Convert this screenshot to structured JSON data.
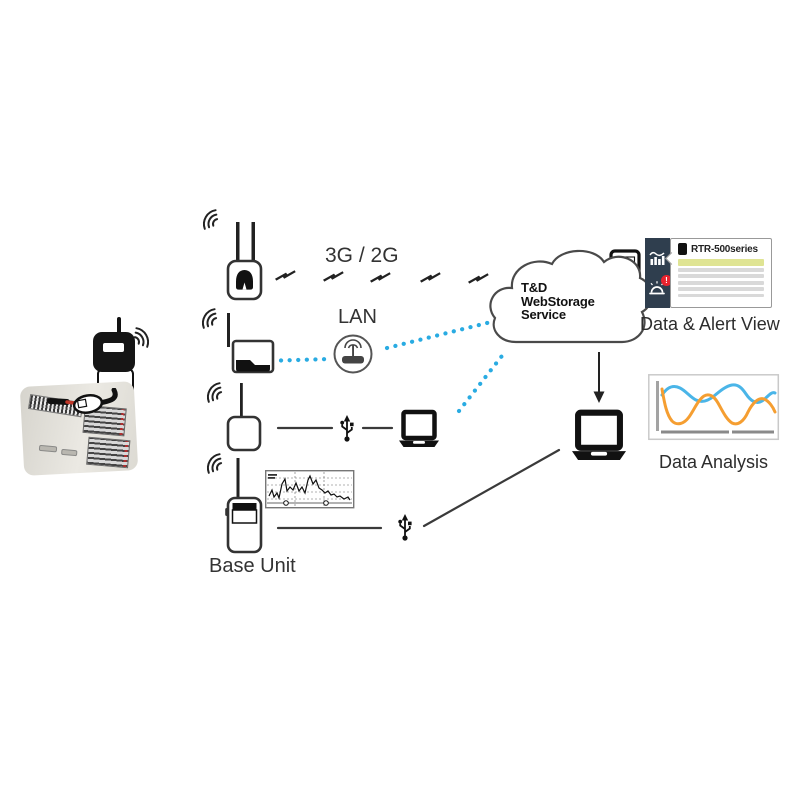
{
  "labels": {
    "network": "3G / 2G",
    "lan": "LAN",
    "base_unit": "Base Unit",
    "data_alert_view": "Data & Alert View",
    "data_analysis": "Data Analysis"
  },
  "cloud": {
    "title_line1": "T&D",
    "title_line2": "WebStorage",
    "title_line3": "Service"
  },
  "alert_panel": {
    "device_name": "RTR-500series",
    "alert_badge": "!",
    "row_count": 5
  },
  "icons": {
    "wireless_signal": "wifi-arcs",
    "cellular_unit": "two-antenna-device",
    "lan_unit": "antenna-box-device",
    "rtr500_unit": "antenna-rounded-device",
    "handheld_unit": "handheld-collector-device",
    "router": "router-in-circle",
    "usb": "usb-trident",
    "laptop": "laptop",
    "smartphone": "smartphone",
    "tablet": "tablet",
    "cloud": "cloud-outline",
    "graph": "bar-graph-signal",
    "alarm": "siren-alert",
    "transmission": "lightning-bolts",
    "download": "down-arrow"
  },
  "colors": {
    "dotted_link_blue": "#29abe2",
    "sidebar_navy": "#2f3e4e",
    "alert_red": "#e8232e",
    "highlight_green": "#dfe493",
    "list_row_gray": "#d9d9d9",
    "chart_line_blue": "#4ab5e8",
    "chart_line_orange": "#f59e31",
    "line_dark": "#3a3a3a"
  }
}
